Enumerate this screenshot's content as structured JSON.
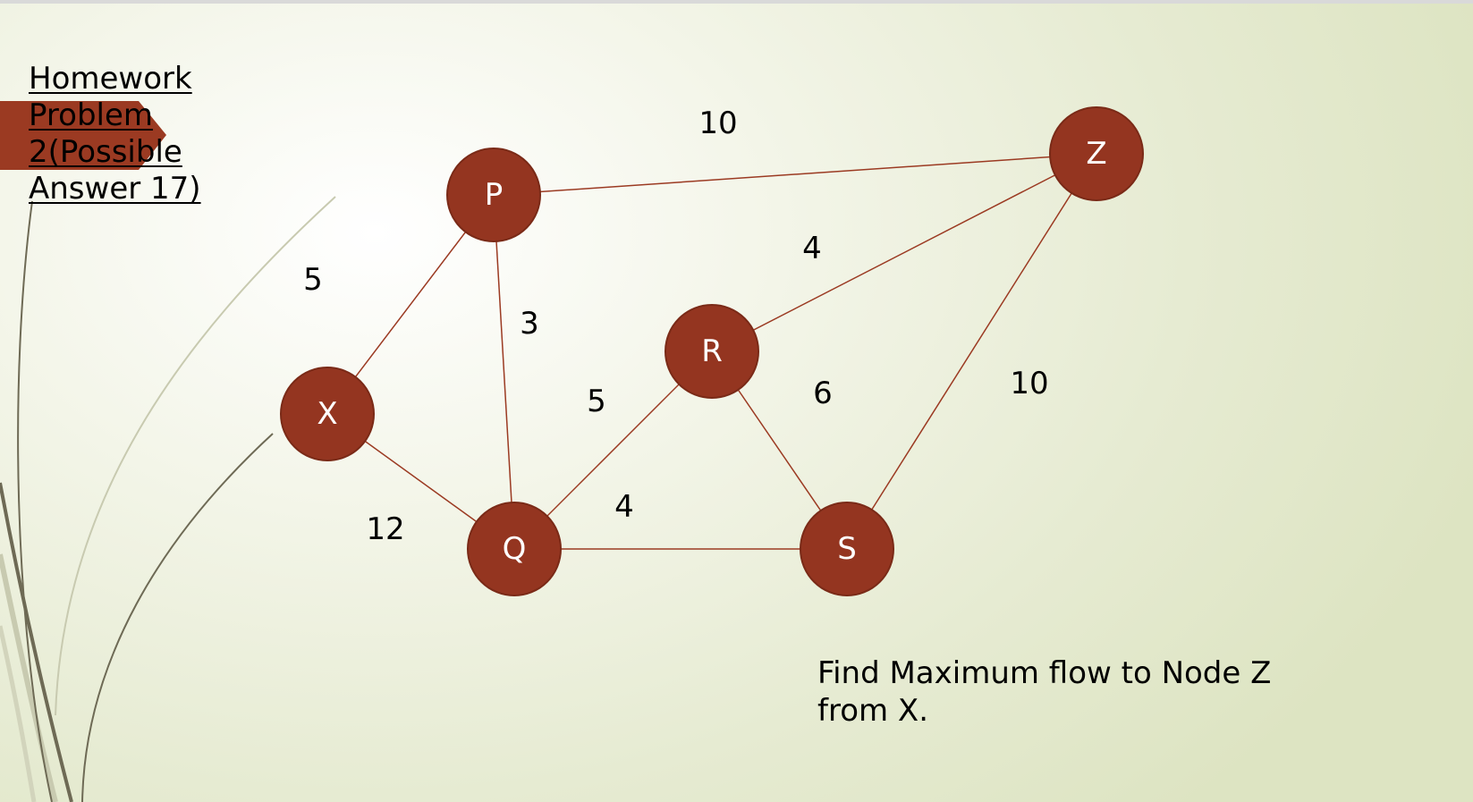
{
  "title": "Homework Problem 2(Possible Answer 17)",
  "question": "Find Maximum flow to Node Z from X.",
  "colors": {
    "node_fill": "#943520",
    "edge": "#9b3a22",
    "accent_flag": "#9b3a22"
  },
  "graph": {
    "nodes": [
      {
        "id": "P",
        "label": "P"
      },
      {
        "id": "Z",
        "label": "Z"
      },
      {
        "id": "R",
        "label": "R"
      },
      {
        "id": "X",
        "label": "X"
      },
      {
        "id": "Q",
        "label": "Q"
      },
      {
        "id": "S",
        "label": "S"
      }
    ],
    "edges": [
      {
        "from": "P",
        "to": "Z",
        "weight": "10"
      },
      {
        "from": "R",
        "to": "Z",
        "weight": "4"
      },
      {
        "from": "X",
        "to": "P",
        "weight": "5"
      },
      {
        "from": "P",
        "to": "Q",
        "weight": "3"
      },
      {
        "from": "Q",
        "to": "R",
        "weight": "5"
      },
      {
        "from": "R",
        "to": "S",
        "weight": "6"
      },
      {
        "from": "S",
        "to": "Z",
        "weight": "10"
      },
      {
        "from": "X",
        "to": "Q",
        "weight": "12"
      },
      {
        "from": "Q",
        "to": "S",
        "weight": "4"
      }
    ]
  }
}
